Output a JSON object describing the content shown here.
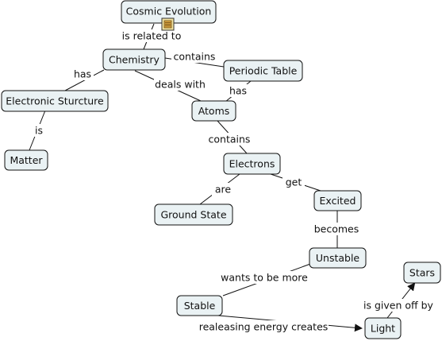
{
  "nodes": {
    "cosmic_evolution": "Cosmic Evolution",
    "chemistry": "Chemistry",
    "periodic_table": "Periodic Table",
    "electronic_structure": "Electronic Sturcture",
    "atoms": "Atoms",
    "matter": "Matter",
    "electrons": "Electrons",
    "ground_state": "Ground State",
    "excited": "Excited",
    "unstable": "Unstable",
    "stars": "Stars",
    "stable": "Stable",
    "light": "Light"
  },
  "links": {
    "is_related_to": "is related to",
    "contains_1": "contains",
    "has_1": "has",
    "deals_with": "deals with",
    "has_2": "has",
    "is": "is",
    "contains_2": "contains",
    "are": "are",
    "get": "get",
    "becomes": "becomes",
    "wants_to_be_more": "wants to be more",
    "is_given_off_by": "is given off by",
    "realeasing_energy_creates": "realeasing energy creates"
  },
  "icons": {
    "resource": "document-icon"
  }
}
